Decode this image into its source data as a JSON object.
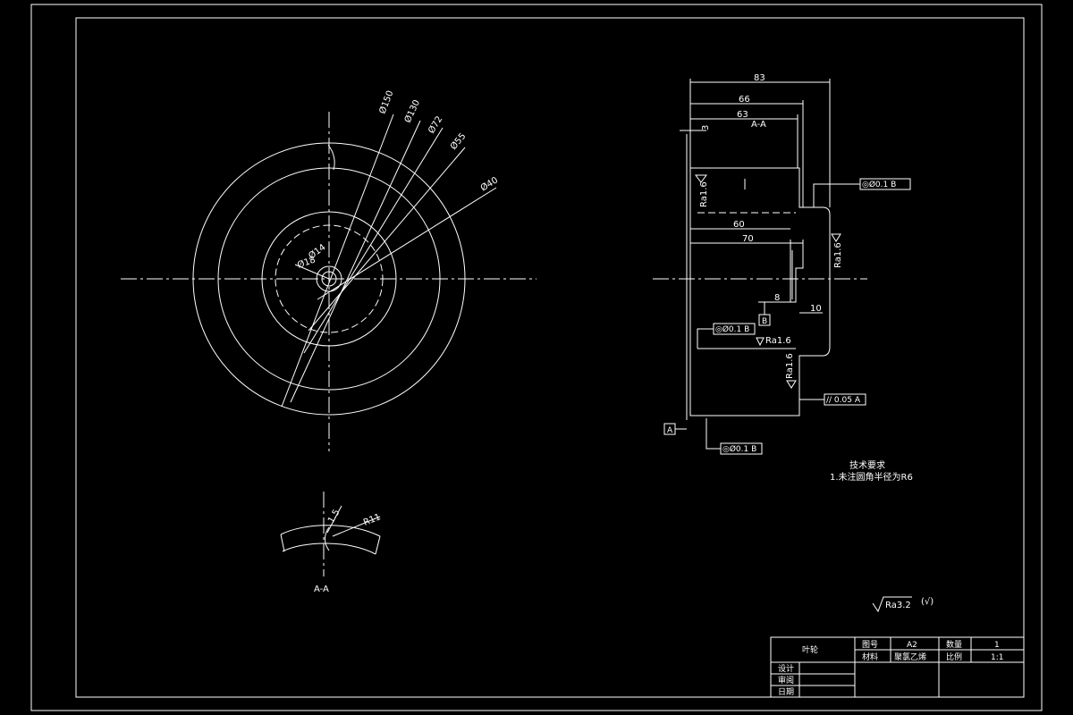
{
  "colors": {
    "background": "#000000",
    "line": "#ffffff"
  },
  "front_view": {
    "dims": {
      "d150": "Ø150",
      "d130": "Ø130",
      "d72": "Ø72",
      "d55": "Ø55",
      "d40": "Ø40",
      "d14": "Ø14",
      "d18": "Ø18"
    }
  },
  "detail_view": {
    "dim_15": "1.5",
    "dim_r11": "R11",
    "label": "A-A"
  },
  "side_view": {
    "section_label": "A-A",
    "dims": {
      "d83": "83",
      "d66": "66",
      "d63": "63",
      "d3": "3",
      "d60": "60",
      "d70": "70",
      "d8": "8",
      "d10": "10"
    },
    "roughness": {
      "r1": "Ra1.6",
      "r2": "Ra1.6",
      "r3": "Ra1.6",
      "r4": "Ra1.6"
    },
    "tolerances": {
      "t1": "◎Ø0.1 B",
      "t2": "◎Ø0.1 B",
      "t3": "◎Ø0.1 B",
      "t4": "// 0.05 A"
    },
    "datum_a": "A",
    "datum_b": "B"
  },
  "tech_requirements": {
    "title": "技术要求",
    "line1": "1.未注圆角半径为R6"
  },
  "general_roughness": {
    "value": "Ra3.2",
    "note": "(√)"
  },
  "title_block": {
    "part_name": "叶轮",
    "drawing_no_label": "图号",
    "drawing_no": "A2",
    "qty_label": "数量",
    "qty": "1",
    "material_label": "材料",
    "material": "聚氯乙烯",
    "scale_label": "比例",
    "scale": "1:1",
    "design_label": "设计",
    "review_label": "审阅",
    "date_label": "日期"
  }
}
